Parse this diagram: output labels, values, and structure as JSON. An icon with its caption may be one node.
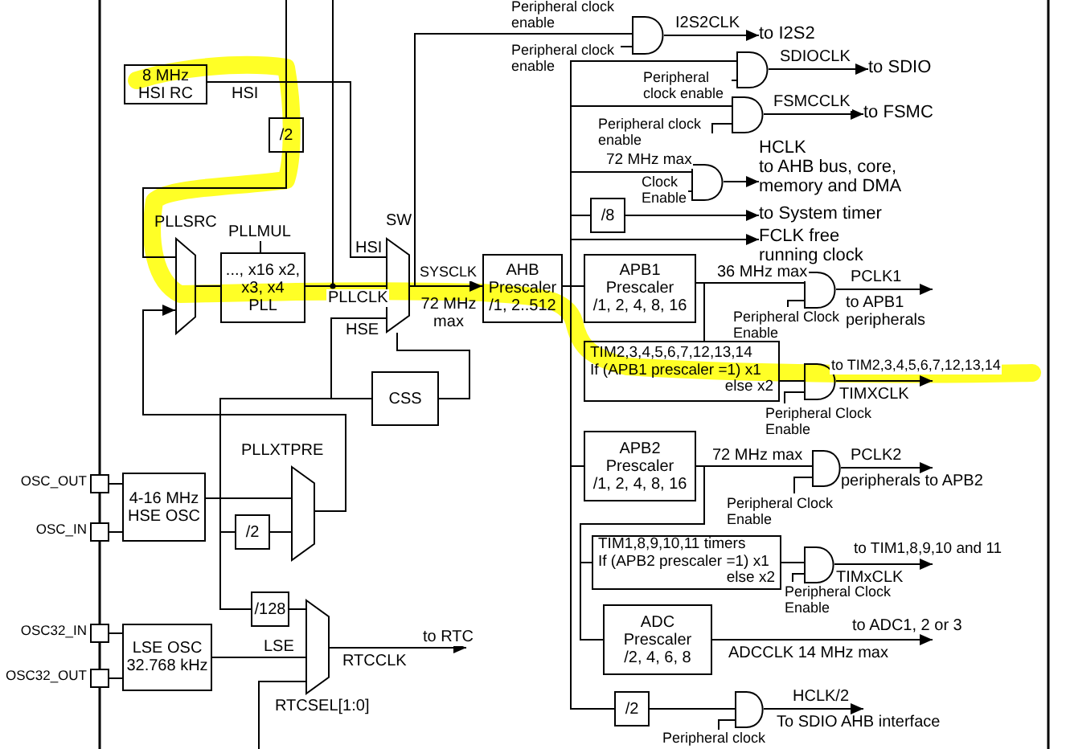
{
  "diagram": {
    "nodes": [
      {
        "text": [
          "8 MHz HSI RC"
        ]
      },
      {
        "text": [
          "/2"
        ]
      },
      {
        "text": [
          "PLLSRC"
        ]
      },
      {
        "text": [
          "..., x16 x2, x3, x4",
          "PLL"
        ],
        "beside": [
          "PLLMUL"
        ]
      },
      {
        "text": [
          "SW"
        ]
      },
      {
        "text": [
          "AHB Prescaler",
          "/1, 2..512"
        ]
      },
      {
        "text": [
          "APB1 Prescaler",
          "/1, 2, 4, 8, 16"
        ]
      },
      {
        "text": [
          "CSS"
        ]
      },
      {
        "text": [
          "4-16 MHz HSE OSC"
        ]
      },
      {
        "text": [
          "/2"
        ]
      },
      {
        "text": [
          "PLLXTPRE"
        ]
      },
      {
        "text": [
          "/128"
        ]
      },
      {
        "text": [
          "LSE OSC 32.768 kHz"
        ]
      },
      {
        "text": [
          "RTCSEL[1:0]"
        ]
      },
      {
        "text": [
          "OSC_OUT"
        ]
      },
      {
        "text": [
          "OSC_IN"
        ]
      },
      {
        "text": [
          "OSC32_IN"
        ]
      },
      {
        "text": [
          "OSC32_OUT"
        ]
      },
      {
        "text": [],
        "shape": "gate",
        "beside": [
          "Peripheral clock enable",
          "Peripheral clock enable"
        ]
      },
      {
        "text": [],
        "shape": "gate",
        "beside": [
          "Peripheral clock enable"
        ]
      },
      {
        "text": [],
        "shape": "gate",
        "beside": [
          "Peripheral clock enable"
        ]
      },
      {
        "text": [],
        "shape": "gate",
        "beside": [
          "Clock Enable"
        ]
      },
      {
        "text": [
          "/8"
        ]
      },
      {
        "text": [],
        "shape": "gate",
        "beside": [
          "Peripheral Clock Enable"
        ]
      },
      {
        "text": [
          "TIM2,3,4,5,6,7,12,13,14",
          "If (APB1 prescaler =1) x1",
          "else x2"
        ]
      },
      {
        "text": [],
        "shape": "gate",
        "beside": [
          "Peripheral Clock Enable",
          "TIMXCLK"
        ]
      },
      {
        "text": [
          "APB2 Prescaler",
          "/1, 2, 4, 8, 16"
        ]
      },
      {
        "text": [],
        "shape": "gate",
        "beside": [
          "Peripheral Clock Enable"
        ]
      },
      {
        "text": [
          "TIM1,8,9,10,11 timers",
          "If (APB2 prescaler =1) x1",
          "else x2"
        ]
      },
      {
        "text": [],
        "shape": "gate",
        "beside": [
          "Peripheral Clock Enable",
          "TIMxCLK"
        ]
      },
      {
        "text": [
          "ADC Prescaler",
          "/2, 4, 6, 8"
        ]
      },
      {
        "text": [
          "/2"
        ]
      },
      {
        "text": [],
        "shape": "gate",
        "beside": [
          "Peripheral clock"
        ]
      },
      {
        "text": [
          "to I2S2"
        ]
      },
      {
        "text": [
          "to SDIO"
        ]
      },
      {
        "text": [
          "to FSMC"
        ]
      },
      {
        "text": [
          "HCLK",
          "to AHB bus, core, memory and DMA"
        ]
      },
      {
        "text": [
          "to System timer"
        ]
      },
      {
        "text": [
          "FCLK free running clock"
        ]
      },
      {
        "text": [
          "to APB1 peripherals"
        ]
      },
      {
        "text": [
          "peripherals to APB2"
        ]
      },
      {
        "text": [
          "To SDIO AHB interface"
        ]
      },
      {
        "text": [
          "to ADC1, 2 or 3"
        ]
      }
    ],
    "edges": [
      {
        "from": 0,
        "to": 1,
        "arrow": "none"
      },
      {
        "from": 0,
        "to": 4,
        "arrow": "none",
        "label": "HSI"
      },
      {
        "from": 1,
        "to": 2,
        "arrow": "none"
      },
      {
        "from": 10,
        "to": 2,
        "arrow": "to"
      },
      {
        "from": 2,
        "to": 3,
        "arrow": "none"
      },
      {
        "from": 3,
        "to": 4,
        "arrow": "none",
        "label": "PLLCLK"
      },
      {
        "from": 8,
        "to": 4,
        "arrow": "none",
        "label": "HSE"
      },
      {
        "from": 4,
        "to": 5,
        "arrow": "to",
        "label": "SYSCLK"
      },
      {
        "from": 4,
        "to": 7,
        "arrow": "none"
      },
      {
        "from": 8,
        "to": 7,
        "arrow": "none"
      },
      {
        "from": 14,
        "to": 8,
        "arrow": "none"
      },
      {
        "from": 15,
        "to": 8,
        "arrow": "none"
      },
      {
        "from": 8,
        "to": 10,
        "arrow": "none"
      },
      {
        "from": 8,
        "to": 9,
        "arrow": "none"
      },
      {
        "from": 9,
        "to": 10,
        "arrow": "none"
      },
      {
        "from": 8,
        "to": 11,
        "arrow": "none"
      },
      {
        "from": 11,
        "to": 13,
        "arrow": "none"
      },
      {
        "from": 16,
        "to": 12,
        "arrow": "none"
      },
      {
        "from": 17,
        "to": 12,
        "arrow": "none"
      },
      {
        "from": 12,
        "to": 13,
        "arrow": "none",
        "label": "LSE"
      },
      {
        "from": 13,
        "to": null,
        "arrow": "to",
        "label": "to RTC"
      },
      {
        "from": 4,
        "to": 18,
        "arrow": "none"
      },
      {
        "from": 18,
        "to": 33,
        "arrow": "to",
        "label": "I2S2CLK"
      },
      {
        "from": 5,
        "to": 19,
        "arrow": "none"
      },
      {
        "from": 19,
        "to": 34,
        "arrow": "to",
        "label": "SDIOCLK"
      },
      {
        "from": 5,
        "to": 20,
        "arrow": "none"
      },
      {
        "from": 20,
        "to": 35,
        "arrow": "to",
        "label": "FSMCCLK"
      },
      {
        "from": 5,
        "to": 21,
        "arrow": "none",
        "label": "72 MHz max"
      },
      {
        "from": 21,
        "to": 36,
        "arrow": "to"
      },
      {
        "from": 5,
        "to": 22,
        "arrow": "none"
      },
      {
        "from": 22,
        "to": 37,
        "arrow": "to"
      },
      {
        "from": 5,
        "to": 38,
        "arrow": "to"
      },
      {
        "from": 5,
        "to": 6,
        "arrow": "none"
      },
      {
        "from": 6,
        "to": 23,
        "arrow": "none",
        "label": "36 MHz max"
      },
      {
        "from": 23,
        "to": 39,
        "arrow": "to",
        "label": "PCLK1"
      },
      {
        "from": 6,
        "to": 24,
        "arrow": "none"
      },
      {
        "from": 24,
        "to": 25,
        "arrow": "none"
      },
      {
        "from": 25,
        "to": null,
        "arrow": "to",
        "label": "to TIM2,3,4,5,6,7,12,13,14"
      },
      {
        "from": 5,
        "to": 26,
        "arrow": "none"
      },
      {
        "from": 26,
        "to": 27,
        "arrow": "none",
        "label": "72 MHz max"
      },
      {
        "from": 27,
        "to": 40,
        "arrow": "to",
        "label": "PCLK2"
      },
      {
        "from": 26,
        "to": 28,
        "arrow": "none"
      },
      {
        "from": 26,
        "to": 30,
        "arrow": "none"
      },
      {
        "from": 28,
        "to": 29,
        "arrow": "none"
      },
      {
        "from": 29,
        "to": null,
        "arrow": "to",
        "label": "to TIM1,8,9,10 and 11"
      },
      {
        "from": 30,
        "to": 42,
        "arrow": "to",
        "label": "ADCCLK 14 MHz max"
      },
      {
        "from": 5,
        "to": 31,
        "arrow": "none"
      },
      {
        "from": 31,
        "to": 32,
        "arrow": "none"
      },
      {
        "from": 32,
        "to": 41,
        "arrow": "to",
        "label": "HCLK/2"
      }
    ],
    "labels": [
      "HSI",
      "72 MHz max",
      "RTCCLK"
    ]
  }
}
